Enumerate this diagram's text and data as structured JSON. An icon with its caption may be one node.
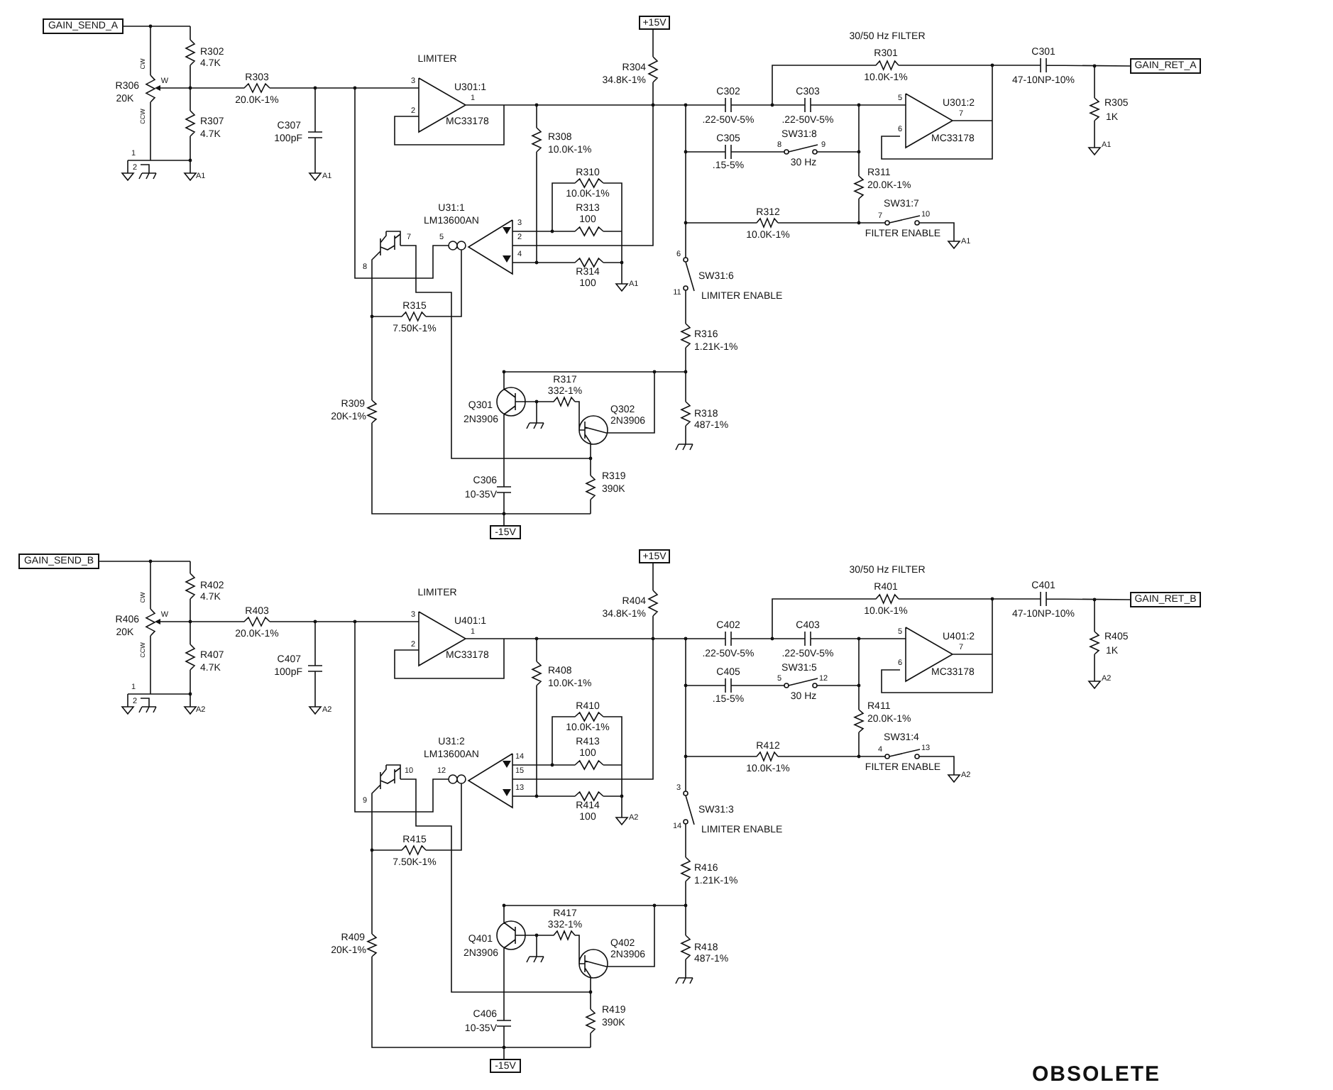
{
  "diagram": {
    "nodes": [
      {
        "text": [
          "GAIN_SEND_A"
        ]
      },
      {
        "text": [
          "+15V"
        ]
      },
      {
        "text": [
          "GAIN_RET_A"
        ]
      },
      {
        "text": [
          "-15V"
        ]
      },
      {
        "text": [
          "GAIN_SEND_B"
        ]
      },
      {
        "text": [
          "+15V"
        ]
      },
      {
        "text": [
          "GAIN_RET_B"
        ]
      },
      {
        "text": [
          "-15V"
        ]
      }
    ],
    "labels": [
      "R306",
      "20K",
      "CW",
      "W",
      "CCW",
      "R302",
      "4.7K",
      "R307",
      "4.7K",
      "1",
      "2",
      "A1",
      "R303",
      "20.0K-1%",
      "C307",
      "100pF",
      "A1",
      "LIMITER",
      "3",
      "2",
      "U301:1",
      "1",
      "MC33178",
      "R304",
      "34.8K-1%",
      "R308",
      "10.0K-1%",
      "R310",
      "10.0K-1%",
      "R313",
      "100",
      "U31:1",
      "LM13600AN",
      "7",
      "5",
      "3",
      "2",
      "4",
      "8",
      "R314",
      "100",
      "A1",
      "R315",
      "7.50K-1%",
      "R309",
      "20K-1%",
      "Q301",
      "2N3906",
      "R317",
      "332-1%",
      "Q302",
      "2N3906",
      "C306",
      "10-35V",
      "30/50 Hz FILTER",
      "R301",
      "10.0K-1%",
      "C301",
      "47-10NP-10%",
      "R305",
      "1K",
      "A1",
      "C302",
      ".22-50V-5%",
      "C303",
      ".22-50V-5%",
      "5",
      "U301:2",
      "7",
      "C305",
      "SW31:8",
      "6",
      "MC33178",
      "8",
      "9",
      ".15-5%",
      "30 Hz",
      "R311",
      "20.0K-1%",
      "R312",
      "10.0K-1%",
      "SW31:7",
      "7",
      "10",
      "FILTER ENABLE",
      "A1",
      "6",
      "SW31:6",
      "11",
      "LIMITER ENABLE",
      "R316",
      "1.21K-1%",
      "R318",
      "487-1%",
      "R319",
      "390K",
      "R406",
      "20K",
      "CW",
      "W",
      "CCW",
      "R402",
      "4.7K",
      "R407",
      "4.7K",
      "1",
      "2",
      "A2",
      "R403",
      "20.0K-1%",
      "C407",
      "100pF",
      "A2",
      "LIMITER",
      "3",
      "2",
      "U401:1",
      "1",
      "MC33178",
      "R404",
      "34.8K-1%",
      "R408",
      "10.0K-1%",
      "R410",
      "10.0K-1%",
      "R413",
      "100",
      "U31:2",
      "LM13600AN",
      "10",
      "12",
      "14",
      "15",
      "13",
      "9",
      "R414",
      "100",
      "A2",
      "R415",
      "7.50K-1%",
      "R409",
      "20K-1%",
      "Q401",
      "2N3906",
      "R417",
      "332-1%",
      "Q402",
      "2N3906",
      "C406",
      "10-35V",
      "30/50 Hz FILTER",
      "R401",
      "10.0K-1%",
      "C401",
      "47-10NP-10%",
      "R405",
      "1K",
      "A2",
      "C402",
      ".22-50V-5%",
      "C403",
      ".22-50V-5%",
      "5",
      "U401:2",
      "7",
      "C405",
      "SW31:5",
      "6",
      "MC33178",
      "5",
      "12",
      ".15-5%",
      "30 Hz",
      "R411",
      "20.0K-1%",
      "R412",
      "10.0K-1%",
      "SW31:4",
      "4",
      "13",
      "FILTER ENABLE",
      "A2",
      "3",
      "SW31:3",
      "14",
      "LIMITER ENABLE",
      "R416",
      "1.21K-1%",
      "R418",
      "487-1%",
      "R419",
      "390K",
      "OBSOLETE"
    ]
  }
}
